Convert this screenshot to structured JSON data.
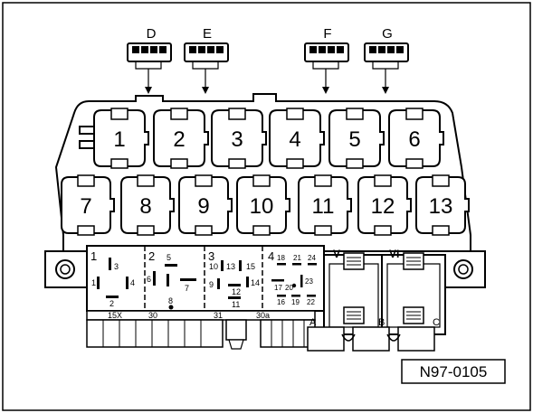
{
  "connector_labels": [
    "D",
    "E",
    "F",
    "G"
  ],
  "relay_slots_top": [
    "1",
    "2",
    "3",
    "4",
    "5",
    "6"
  ],
  "relay_slots_bottom": [
    "7",
    "8",
    "9",
    "10",
    "11",
    "12",
    "13"
  ],
  "relay_positions": [
    "1",
    "2",
    "3",
    "4"
  ],
  "sockets": [
    "V",
    "VI"
  ],
  "base_labels": [
    "15X",
    "30",
    "31",
    "30a"
  ],
  "terminals": [
    "A",
    "B",
    "C"
  ],
  "pins": {
    "p1": [
      "3",
      "1",
      "4",
      "2"
    ],
    "p2": [
      "5",
      "6",
      "7",
      "8"
    ],
    "p3": [
      "10",
      "13",
      "15",
      "9",
      "12",
      "14",
      "11"
    ],
    "p4": [
      "18",
      "21",
      "24",
      "17",
      "20",
      "23",
      "16",
      "19",
      "22"
    ]
  },
  "figure_code": "N97-0105"
}
